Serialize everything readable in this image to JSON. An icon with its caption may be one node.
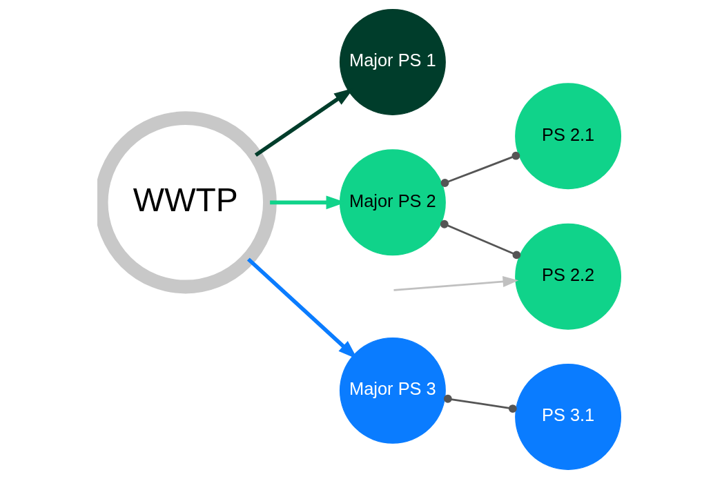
{
  "diagram": {
    "nodes": [
      {
        "text": [
          "WWTP"
        ]
      },
      {
        "text": [
          "Major PS 1"
        ]
      },
      {
        "text": [
          "Major PS 2"
        ]
      },
      {
        "text": [
          "PS 2.1"
        ]
      },
      {
        "text": [
          "PS 2.2"
        ]
      },
      {
        "text": [
          "Major PS 3"
        ]
      },
      {
        "text": [
          "PS 3.1"
        ]
      }
    ],
    "edges": [
      {
        "from": 0,
        "to": 1,
        "arrow": "to",
        "style": "thick",
        "color": "#003d2b"
      },
      {
        "from": 0,
        "to": 2,
        "arrow": "to",
        "style": "thick",
        "color": "#10d38a"
      },
      {
        "from": 0,
        "to": 5,
        "arrow": "to",
        "style": "thick",
        "color": "#0a7cff"
      },
      {
        "from": 2,
        "to": 3,
        "arrow": "other",
        "color": "#555555"
      },
      {
        "from": 2,
        "to": 4,
        "arrow": "other",
        "color": "#555555"
      },
      {
        "from": 5,
        "to": 6,
        "arrow": "other",
        "color": "#555555"
      },
      {
        "from": null,
        "to": 4,
        "arrow": "to",
        "color": "#c0c0c0"
      }
    ]
  }
}
